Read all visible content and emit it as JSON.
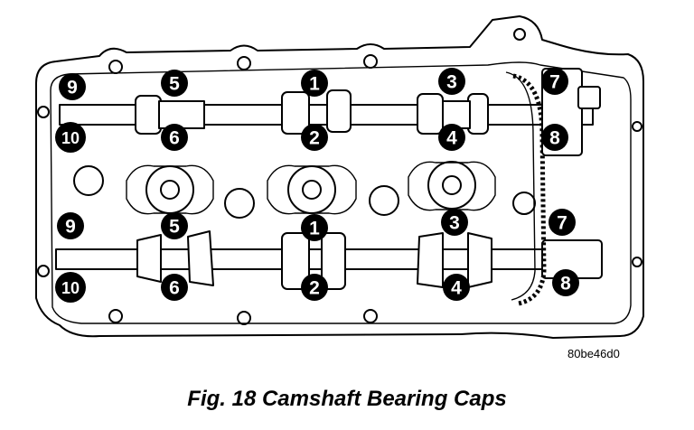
{
  "figure": {
    "reference_code": "80be46d0",
    "caption": "Fig. 18 Camshaft Bearing Caps"
  },
  "upper_camshaft": {
    "markers": [
      "1",
      "2",
      "3",
      "4",
      "5",
      "6",
      "7",
      "8",
      "9",
      "10"
    ]
  },
  "lower_camshaft": {
    "markers": [
      "1",
      "2",
      "3",
      "4",
      "5",
      "6",
      "7",
      "8",
      "9",
      "10"
    ]
  }
}
